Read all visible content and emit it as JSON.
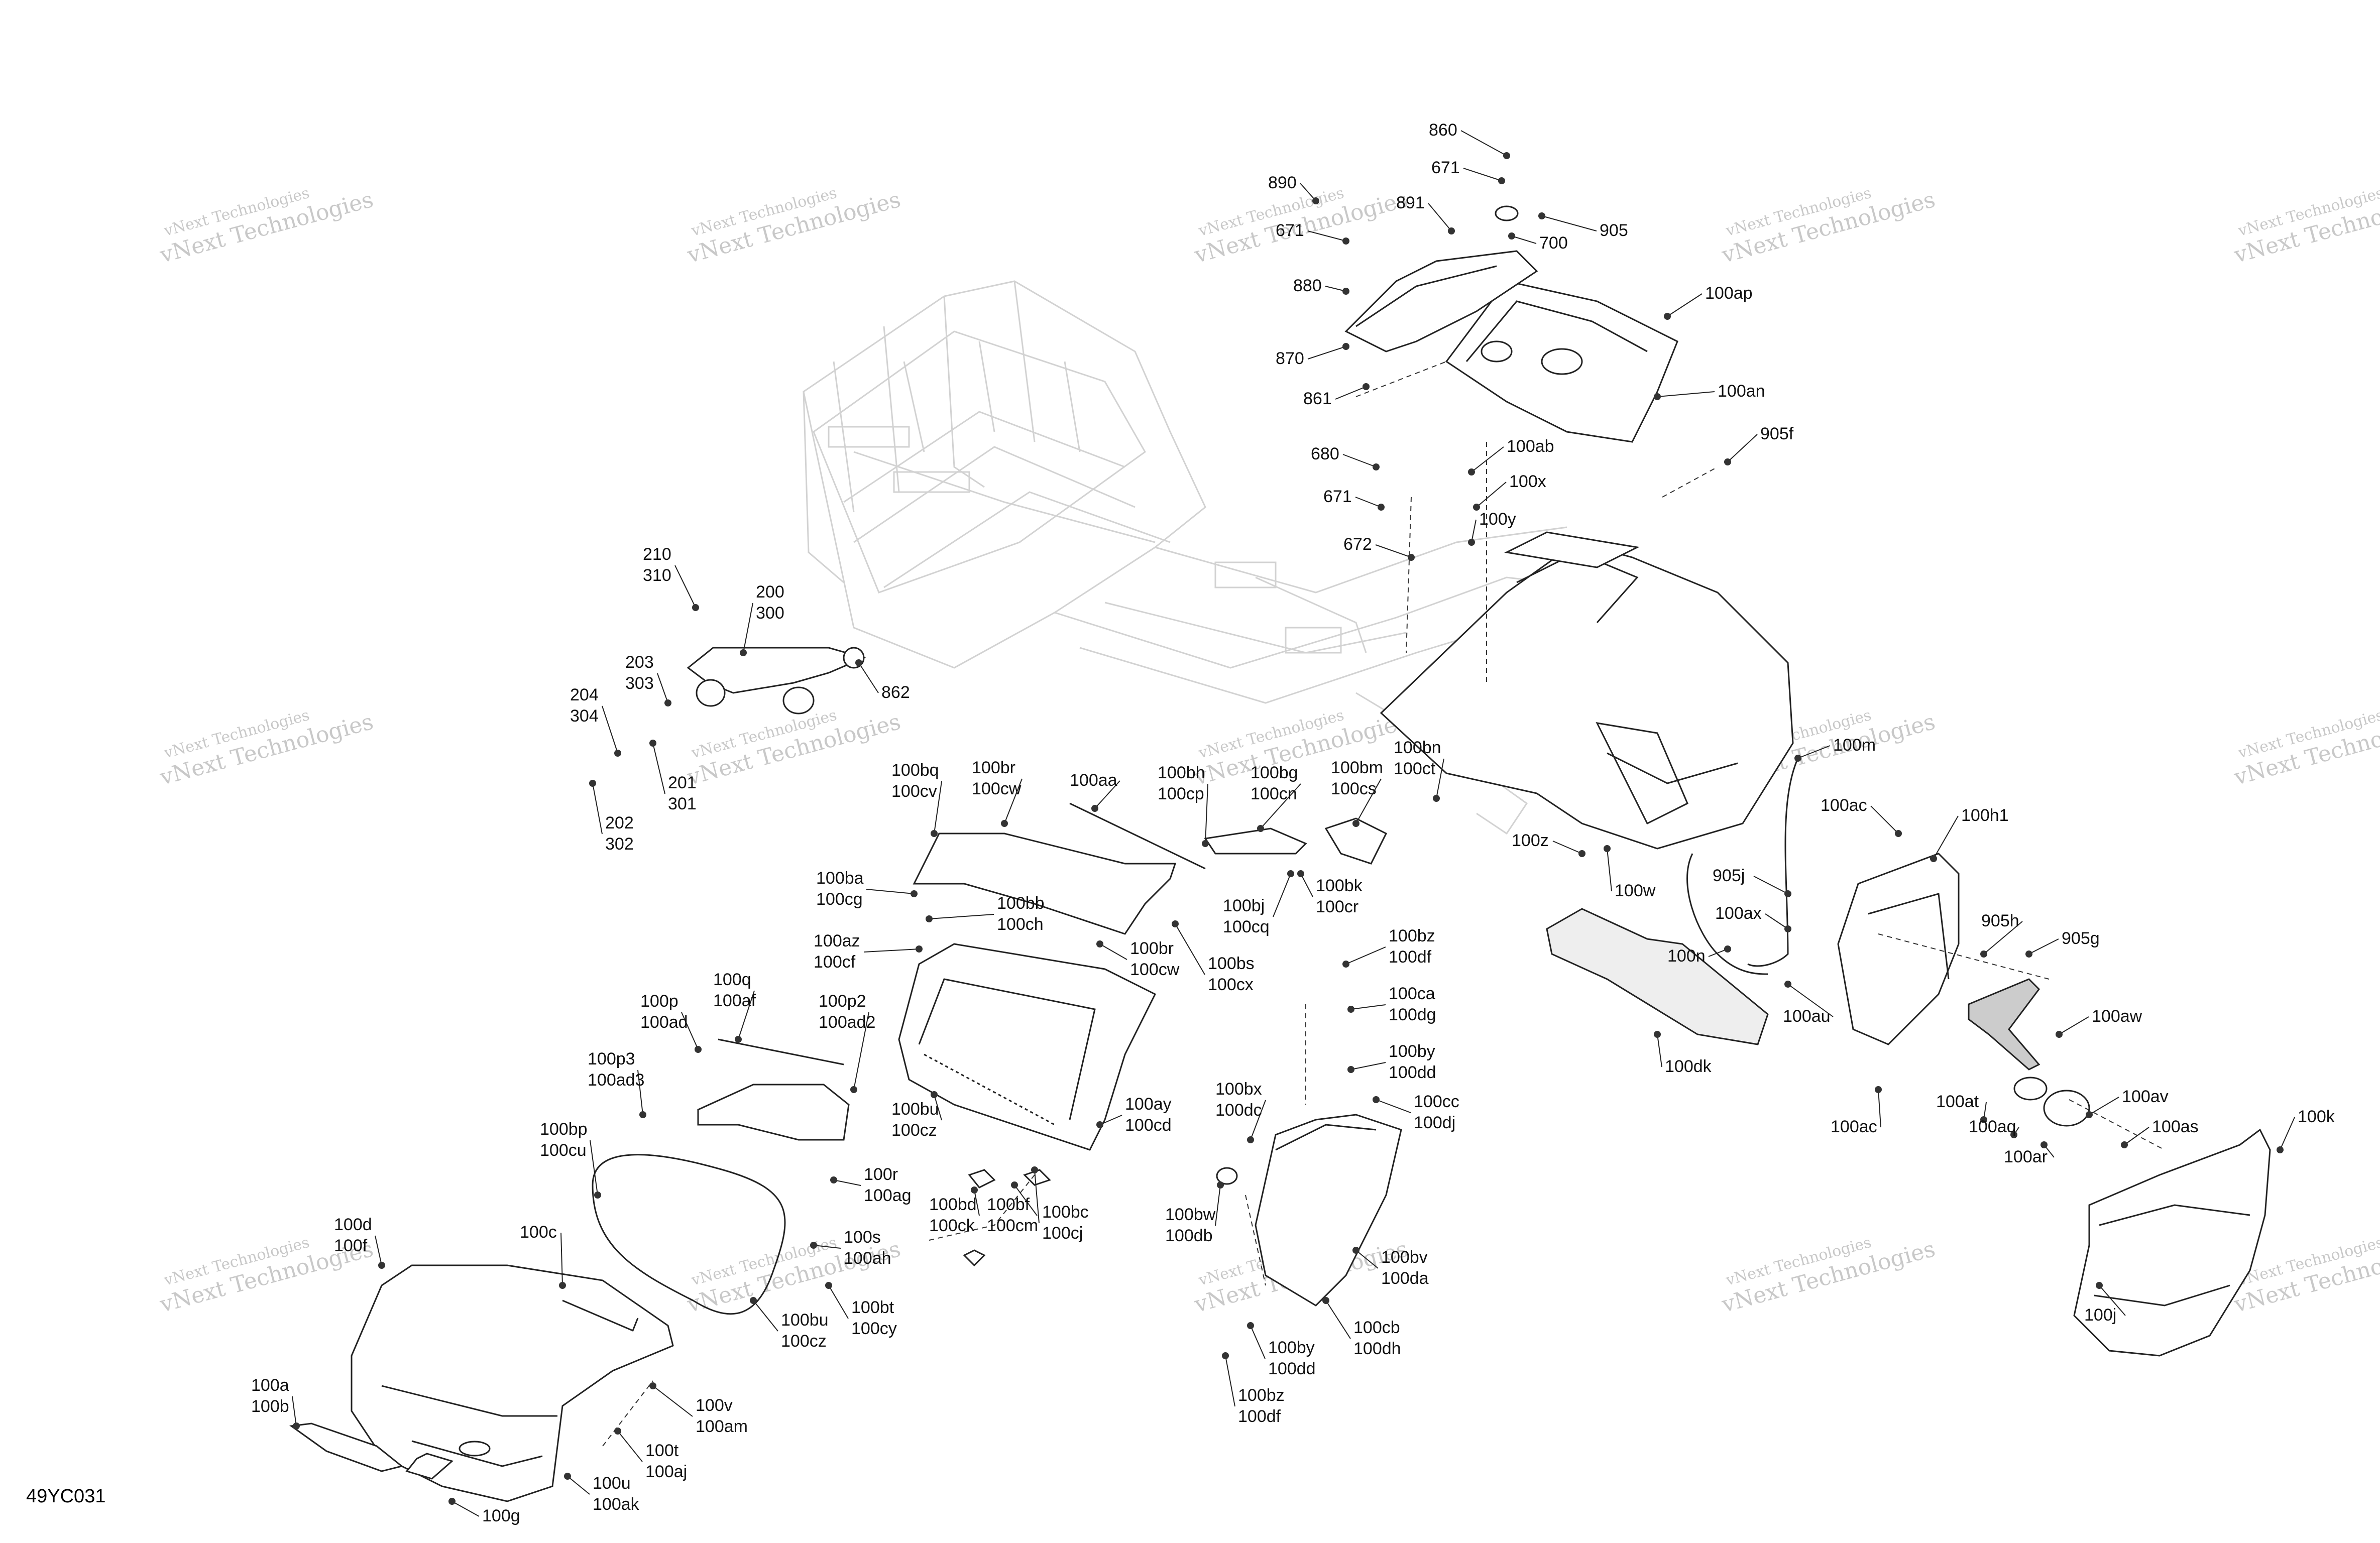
{
  "diagram": {
    "reference_code": "49YC031",
    "watermark_line1": "vNext Technologies",
    "watermark_line2": "vNext Technologies"
  },
  "callouts": [
    {
      "id": "c860",
      "lines": [
        "860"
      ]
    },
    {
      "id": "c671a",
      "lines": [
        "671"
      ]
    },
    {
      "id": "c890",
      "lines": [
        "890"
      ]
    },
    {
      "id": "c891",
      "lines": [
        "891"
      ]
    },
    {
      "id": "c671b",
      "lines": [
        "671"
      ]
    },
    {
      "id": "c700",
      "lines": [
        "700"
      ]
    },
    {
      "id": "c905",
      "lines": [
        "905"
      ]
    },
    {
      "id": "c880",
      "lines": [
        "880"
      ]
    },
    {
      "id": "c100ap",
      "lines": [
        "100ap"
      ]
    },
    {
      "id": "c870",
      "lines": [
        "870"
      ]
    },
    {
      "id": "c861",
      "lines": [
        "861"
      ]
    },
    {
      "id": "c100an",
      "lines": [
        "100an"
      ]
    },
    {
      "id": "c905f",
      "lines": [
        "905f"
      ]
    },
    {
      "id": "c680",
      "lines": [
        "680"
      ]
    },
    {
      "id": "c100ab",
      "lines": [
        "100ab"
      ]
    },
    {
      "id": "c671c",
      "lines": [
        "671"
      ]
    },
    {
      "id": "c100x",
      "lines": [
        "100x"
      ]
    },
    {
      "id": "c100y",
      "lines": [
        "100y"
      ]
    },
    {
      "id": "c672",
      "lines": [
        "672"
      ]
    },
    {
      "id": "c210",
      "lines": [
        "210",
        "310"
      ]
    },
    {
      "id": "c200",
      "lines": [
        "200",
        "300"
      ]
    },
    {
      "id": "c203",
      "lines": [
        "203",
        "303"
      ]
    },
    {
      "id": "c862",
      "lines": [
        "862"
      ]
    },
    {
      "id": "c204",
      "lines": [
        "204",
        "304"
      ]
    },
    {
      "id": "c201",
      "lines": [
        "201",
        "301"
      ]
    },
    {
      "id": "c202",
      "lines": [
        "202",
        "302"
      ]
    },
    {
      "id": "c100bq",
      "lines": [
        "100bq",
        "100cv"
      ]
    },
    {
      "id": "c100br",
      "lines": [
        "100br",
        "100cw"
      ]
    },
    {
      "id": "c100aa",
      "lines": [
        "100aa"
      ]
    },
    {
      "id": "c100bh",
      "lines": [
        "100bh",
        "100cp"
      ]
    },
    {
      "id": "c100bg",
      "lines": [
        "100bg",
        "100cn"
      ]
    },
    {
      "id": "c100bm",
      "lines": [
        "100bm",
        "100cs"
      ]
    },
    {
      "id": "c100bn",
      "lines": [
        "100bn",
        "100ct"
      ]
    },
    {
      "id": "c100m",
      "lines": [
        "100m"
      ]
    },
    {
      "id": "c100z",
      "lines": [
        "100z"
      ]
    },
    {
      "id": "c100w",
      "lines": [
        "100w"
      ]
    },
    {
      "id": "c100ba",
      "lines": [
        "100ba",
        "100cg"
      ]
    },
    {
      "id": "c100bb",
      "lines": [
        "100bb",
        "100ch"
      ]
    },
    {
      "id": "c100bj",
      "lines": [
        "100bj",
        "100cq"
      ]
    },
    {
      "id": "c100bk",
      "lines": [
        "100bk",
        "100cr"
      ]
    },
    {
      "id": "c100ac1",
      "lines": [
        "100ac"
      ]
    },
    {
      "id": "c100h1",
      "lines": [
        "100h1"
      ]
    },
    {
      "id": "c905j",
      "lines": [
        "905j"
      ]
    },
    {
      "id": "c100az",
      "lines": [
        "100az",
        "100cf"
      ]
    },
    {
      "id": "c100br2",
      "lines": [
        "100br",
        "100cw"
      ]
    },
    {
      "id": "c100bs",
      "lines": [
        "100bs",
        "100cx"
      ]
    },
    {
      "id": "c100bz1",
      "lines": [
        "100bz",
        "100df"
      ]
    },
    {
      "id": "c100ax",
      "lines": [
        "100ax"
      ]
    },
    {
      "id": "c100n",
      "lines": [
        "100n"
      ]
    },
    {
      "id": "c905h",
      "lines": [
        "905h"
      ]
    },
    {
      "id": "c905g",
      "lines": [
        "905g"
      ]
    },
    {
      "id": "c100q",
      "lines": [
        "100q",
        "100af"
      ]
    },
    {
      "id": "c100p",
      "lines": [
        "100p",
        "100ad"
      ]
    },
    {
      "id": "c100p2",
      "lines": [
        "100p2",
        "100ad2"
      ]
    },
    {
      "id": "c100ca",
      "lines": [
        "100ca",
        "100dg"
      ]
    },
    {
      "id": "c100au",
      "lines": [
        "100au"
      ]
    },
    {
      "id": "c100aw",
      "lines": [
        "100aw"
      ]
    },
    {
      "id": "c100p3",
      "lines": [
        "100p3",
        "100ad3"
      ]
    },
    {
      "id": "c100by1",
      "lines": [
        "100by",
        "100dd"
      ]
    },
    {
      "id": "c100dk",
      "lines": [
        "100dk"
      ]
    },
    {
      "id": "c100bx",
      "lines": [
        "100bx",
        "100dc"
      ]
    },
    {
      "id": "c100cc",
      "lines": [
        "100cc",
        "100dj"
      ]
    },
    {
      "id": "c100bu1",
      "lines": [
        "100bu",
        "100cz"
      ]
    },
    {
      "id": "c100ay",
      "lines": [
        "100ay",
        "100cd"
      ]
    },
    {
      "id": "c100at",
      "lines": [
        "100at"
      ]
    },
    {
      "id": "c100av",
      "lines": [
        "100av"
      ]
    },
    {
      "id": "c100aq",
      "lines": [
        "100aq"
      ]
    },
    {
      "id": "c100ac2",
      "lines": [
        "100ac"
      ]
    },
    {
      "id": "c100as",
      "lines": [
        "100as"
      ]
    },
    {
      "id": "c100k",
      "lines": [
        "100k"
      ]
    },
    {
      "id": "c100bp",
      "lines": [
        "100bp",
        "100cu"
      ]
    },
    {
      "id": "c100r",
      "lines": [
        "100r",
        "100ag"
      ]
    },
    {
      "id": "c100ar",
      "lines": [
        "100ar"
      ]
    },
    {
      "id": "c100bd",
      "lines": [
        "100bd",
        "100ck"
      ]
    },
    {
      "id": "c100bf",
      "lines": [
        "100bf",
        "100cm"
      ]
    },
    {
      "id": "c100bc",
      "lines": [
        "100bc",
        "100cj"
      ]
    },
    {
      "id": "c100bw",
      "lines": [
        "100bw",
        "100db"
      ]
    },
    {
      "id": "c100d",
      "lines": [
        "100d",
        "100f"
      ]
    },
    {
      "id": "c100c",
      "lines": [
        "100c"
      ]
    },
    {
      "id": "c100s",
      "lines": [
        "100s",
        "100ah"
      ]
    },
    {
      "id": "c100bv",
      "lines": [
        "100bv",
        "100da"
      ]
    },
    {
      "id": "c100bu2",
      "lines": [
        "100bu",
        "100cz"
      ]
    },
    {
      "id": "c100bt",
      "lines": [
        "100bt",
        "100cy"
      ]
    },
    {
      "id": "c100cb",
      "lines": [
        "100cb",
        "100dh"
      ]
    },
    {
      "id": "c100j",
      "lines": [
        "100j"
      ]
    },
    {
      "id": "c100by2",
      "lines": [
        "100by",
        "100dd"
      ]
    },
    {
      "id": "c100bz2",
      "lines": [
        "100bz",
        "100df"
      ]
    },
    {
      "id": "c100a",
      "lines": [
        "100a",
        "100b"
      ]
    },
    {
      "id": "c100v",
      "lines": [
        "100v",
        "100am"
      ]
    },
    {
      "id": "c100t",
      "lines": [
        "100t",
        "100aj"
      ]
    },
    {
      "id": "c100u",
      "lines": [
        "100u",
        "100ak"
      ]
    },
    {
      "id": "c100g",
      "lines": [
        "100g"
      ]
    }
  ]
}
